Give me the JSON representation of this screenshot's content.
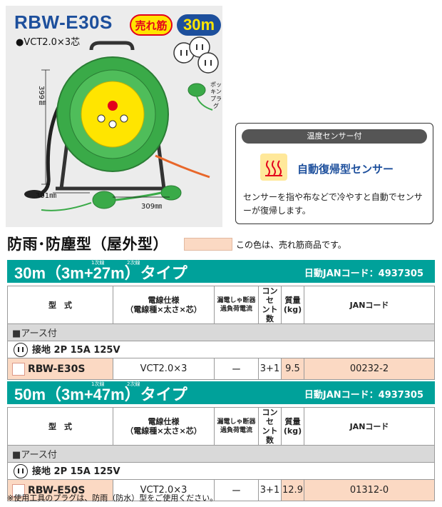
{
  "header": {
    "model": "RBW-E30S",
    "badge_best_seller": "売れ筋",
    "badge_length": "30m",
    "cable_spec": "●VCT2.0×3芯",
    "dim_height": "399㎜",
    "dim_depth": "301㎜",
    "dim_width": "309㎜",
    "plug_label": "ポッキン\nプラグ"
  },
  "sensor": {
    "header": "温度センサー付",
    "title": "自動復帰型センサー",
    "description": "センサーを指や布などで冷やすと自動でセンサーが復帰します。"
  },
  "section": {
    "title": "防雨･防塵型（屋外型）",
    "legend": "この色は、売れ筋商品です。"
  },
  "colors": {
    "brand_blue": "#1d4f9c",
    "teal": "#00a19a",
    "highlight": "#fbd9c3",
    "reel_green": "#3aaa48",
    "reel_yellow": "#ffe500"
  },
  "types": [
    {
      "title": "30m（3m+27m）タイプ",
      "sub1": "1次線",
      "sub2": "2次線",
      "jan_prefix": "日動JANコード：4937305",
      "headers": {
        "model": "型　式",
        "wire": "電線仕様\n（電線種×太さ×芯）",
        "breaker": "漏電しゃ断器\n過負荷電流",
        "outlets": "コンセ\nント数",
        "weight": "質量\n(kg)",
        "jan": "JANコード"
      },
      "group": "■アース付",
      "plug": "接地 2P 15A 125V",
      "row": {
        "model": "RBW-E30S",
        "wire": "VCT2.0×3",
        "breaker": "ー",
        "outlets": "3+1",
        "weight": "9.5",
        "jan": "00232-2"
      }
    },
    {
      "title": "50m（3m+47m）タイプ",
      "sub1": "1次線",
      "sub2": "2次線",
      "jan_prefix": "日動JANコード：4937305",
      "headers": {
        "model": "型　式",
        "wire": "電線仕様\n（電線種×太さ×芯）",
        "breaker": "漏電しゃ断器\n過負荷電流",
        "outlets": "コンセ\nント数",
        "weight": "質量\n(kg)",
        "jan": "JANコード"
      },
      "group": "■アース付",
      "plug": "接地 2P 15A 125V",
      "row": {
        "model": "RBW-E50S",
        "wire": "VCT2.0×3",
        "breaker": "ー",
        "outlets": "3+1",
        "weight": "12.9",
        "jan": "01312-0"
      }
    }
  ],
  "footnote": "※使用工具のプラグは、防雨（防水）型をご使用ください。"
}
